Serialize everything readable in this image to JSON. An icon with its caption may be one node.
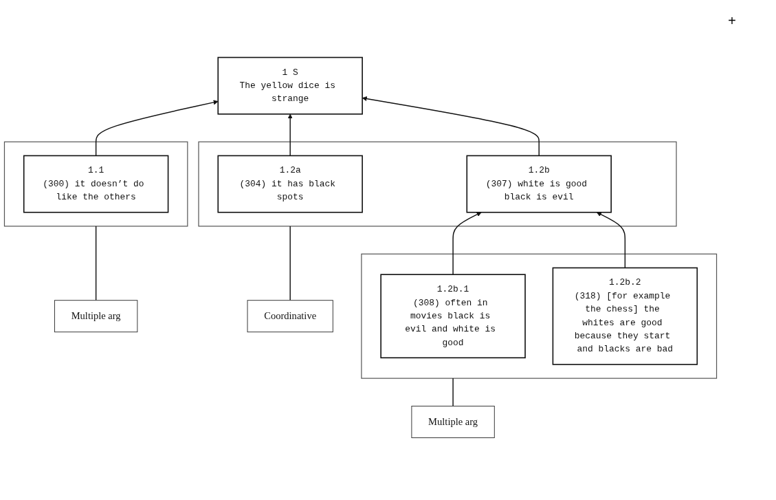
{
  "diagram": {
    "nodes": [
      {
        "text": [
          "1 S",
          "The yellow dice is strange"
        ]
      },
      {
        "text": [
          "Multiple arg"
        ]
      },
      {
        "text": [],
        "shape": "box"
      },
      {
        "text": [
          "1.1",
          "(300) it doesn’t do like the others"
        ],
        "in": 2
      },
      {
        "text": [],
        "shape": "box"
      },
      {
        "text": [
          "1.2a",
          "(304) it has black spots"
        ],
        "in": 4
      },
      {
        "text": [
          "1.2b",
          "(307) white is good black is evil"
        ],
        "in": 4
      },
      {
        "text": [
          "Coordinative"
        ]
      },
      {
        "text": [],
        "shape": "box"
      },
      {
        "text": [
          "1.2b.1",
          "(308) often in movies black is evil and white is good"
        ],
        "in": 8
      },
      {
        "text": [
          "1.2b.2",
          "(318) [for example the chess] the whites are good because they start and blacks are bad"
        ],
        "in": 8
      },
      {
        "text": [
          "Multiple arg"
        ]
      }
    ],
    "edges": [
      {
        "from": 3,
        "to": 0,
        "arrow": "to"
      },
      {
        "from": 5,
        "to": 0,
        "arrow": "to"
      },
      {
        "from": 6,
        "to": 0,
        "arrow": "to"
      },
      {
        "from": 1,
        "to": 2,
        "arrow": "none"
      },
      {
        "from": 7,
        "to": 4,
        "arrow": "none"
      },
      {
        "from": 9,
        "to": 6,
        "arrow": "to"
      },
      {
        "from": 10,
        "to": 6,
        "arrow": "to"
      },
      {
        "from": 11,
        "to": 8,
        "arrow": "none"
      }
    ],
    "labels": [
      "+"
    ]
  }
}
